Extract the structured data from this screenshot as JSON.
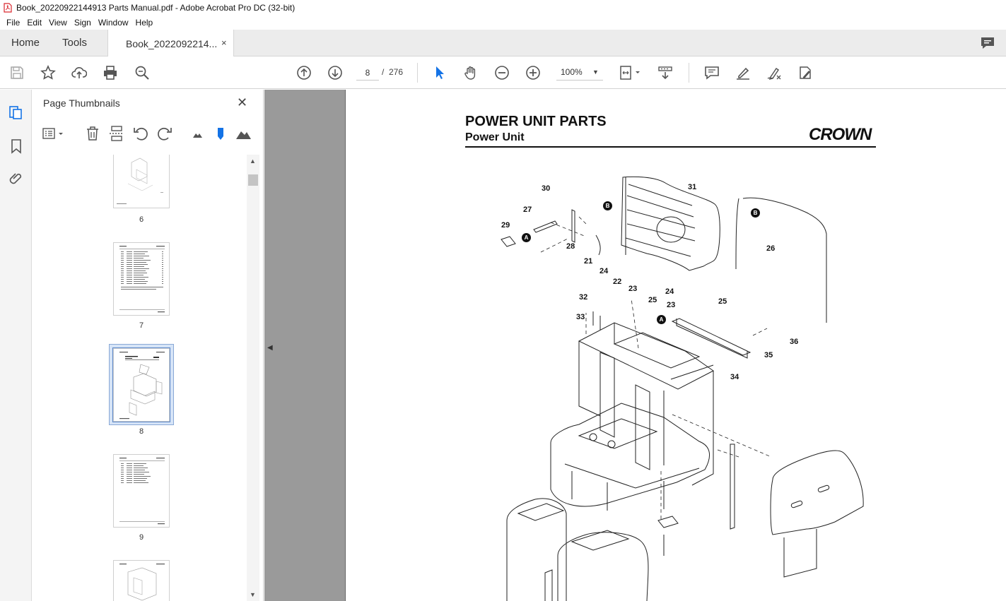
{
  "window": {
    "title": "Book_20220922144913 Parts Manual.pdf - Adobe Acrobat Pro DC (32-bit)"
  },
  "menu": [
    "File",
    "Edit",
    "View",
    "Sign",
    "Window",
    "Help"
  ],
  "tabs": {
    "home": "Home",
    "tools": "Tools",
    "document": "Book_2022092214...",
    "close": "×"
  },
  "toolbar": {
    "page_current": "8",
    "page_sep": "/",
    "page_total": "276",
    "zoom": "100%"
  },
  "panel": {
    "title": "Page Thumbnails",
    "thumbnails": [
      {
        "number": "6"
      },
      {
        "number": "7"
      },
      {
        "number": "8",
        "selected": true
      },
      {
        "number": "9"
      }
    ]
  },
  "document": {
    "title": "POWER UNIT PARTS",
    "subtitle": "Power Unit",
    "brand": "CROWN",
    "callouts": [
      "29",
      "30",
      "27",
      "28",
      "21",
      "24",
      "22",
      "23",
      "25",
      "31",
      "26",
      "32",
      "33",
      "23",
      "25",
      "24",
      "36",
      "35",
      "34"
    ],
    "badges": [
      "A",
      "A",
      "B",
      "B"
    ]
  },
  "colors": {
    "accent": "#1473e6",
    "selected_thumb": "#d6e4f7",
    "doc_bg": "#9a9a9a"
  }
}
